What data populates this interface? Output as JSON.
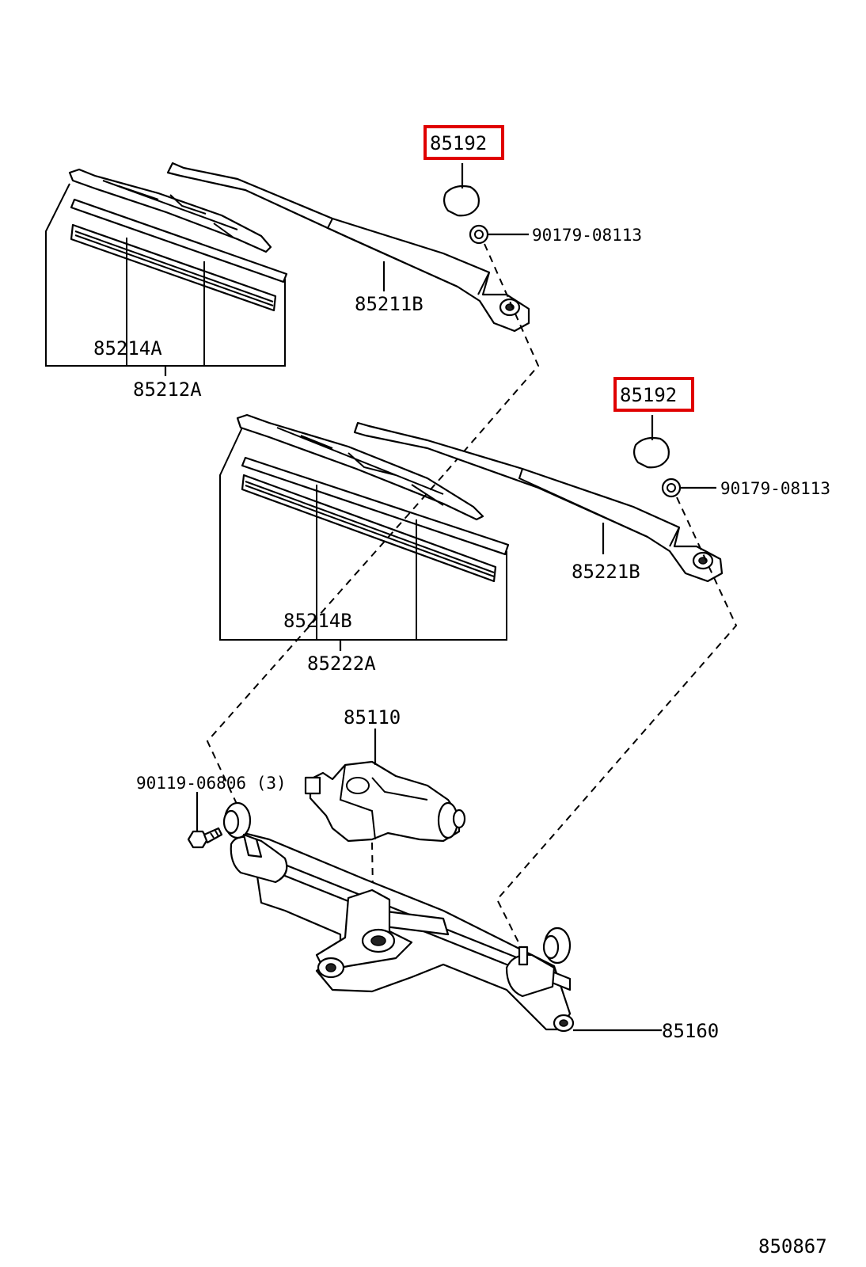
{
  "parts": {
    "cap_upper": "85192",
    "cap_lower": "85192",
    "nut_upper": "90179-08113",
    "nut_lower": "90179-08113",
    "arm_upper": "85211B",
    "arm_lower": "85221B",
    "blade_insert_upper": "85214A",
    "blade_upper": "85212A",
    "blade_insert_lower": "85214B",
    "blade_lower": "85222A",
    "motor": "85110",
    "bolt": "90119-06806 (3)",
    "link": "85160"
  },
  "diagram_id": "850867",
  "colors": {
    "highlight": "#e00000",
    "line": "#000000",
    "background": "#ffffff"
  },
  "highlighted_parts": [
    "cap_upper",
    "cap_lower"
  ]
}
